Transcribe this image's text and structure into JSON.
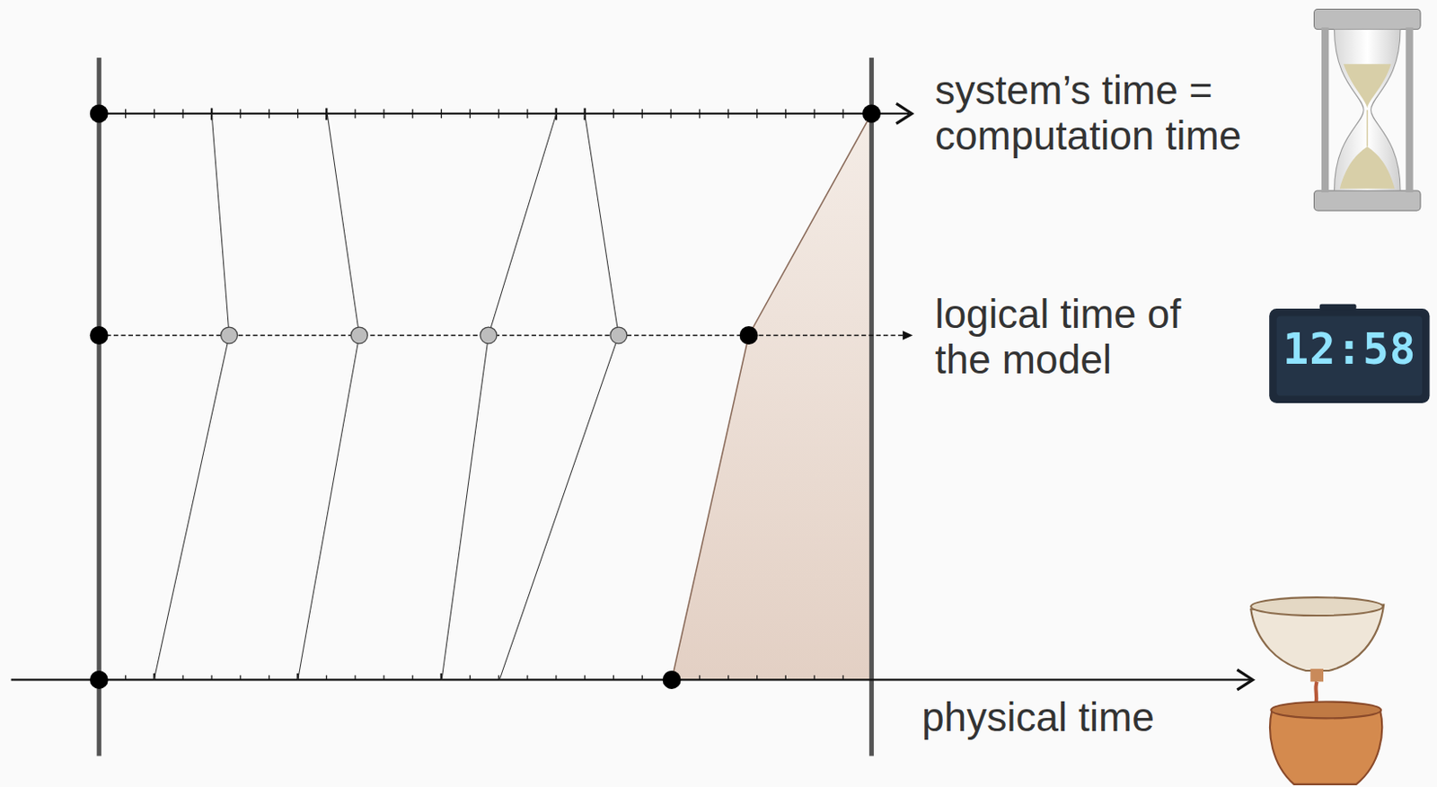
{
  "diagram": {
    "labels": [
      "system’s time = computation time",
      "logical time of the model",
      "physical time",
      "12:58"
    ]
  }
}
